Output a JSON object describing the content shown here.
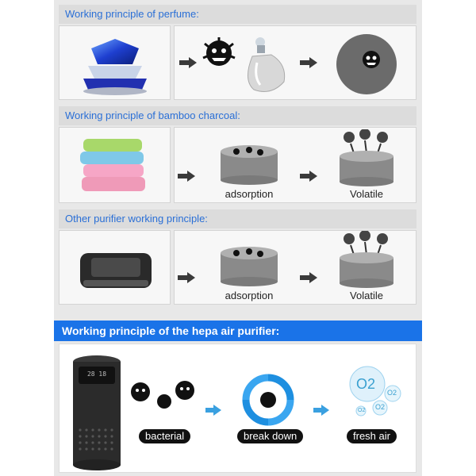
{
  "sections": [
    {
      "title": "Working principle of perfume:"
    },
    {
      "title": "Working principle of bamboo charcoal:",
      "captions": [
        "adsorption",
        "Volatile"
      ]
    },
    {
      "title": "Other purifier working principle:",
      "captions": [
        "adsorption",
        "Volatile"
      ]
    }
  ],
  "hepa": {
    "title": "Working principle of the hepa air purifier:",
    "device_display": "28 18",
    "pills": [
      "bacterial",
      "break down",
      "fresh air"
    ],
    "o2_labels": [
      "O2",
      "O2",
      "O2",
      "O2"
    ]
  },
  "colors": {
    "accent_blue": "#1a73e8",
    "title_blue": "#2a6fd6",
    "arrow_blue": "#3aa0e0"
  },
  "icons": [
    "perfume-bottle-icon",
    "germ-icon",
    "spray-bottle-icon",
    "charcoal-bags-icon",
    "charcoal-dish-icon",
    "purifier-device-icon",
    "tower-purifier-icon",
    "recycle-arrows-icon",
    "o2-bubble-icon"
  ]
}
